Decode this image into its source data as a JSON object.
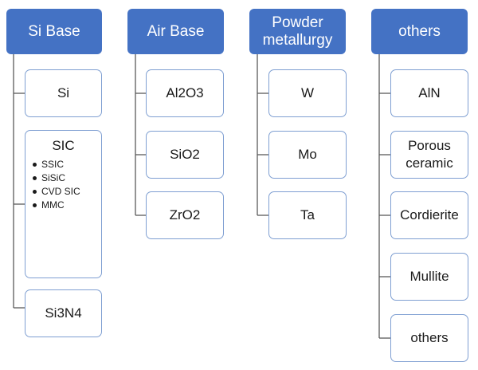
{
  "columns": [
    {
      "header": "Si Base",
      "items": [
        {
          "label": "Si"
        },
        {
          "label": "SIC",
          "subitems": [
            "SSIC",
            "SiSiC",
            "CVD SIC",
            "MMC"
          ]
        },
        {
          "label": "Si3N4"
        }
      ]
    },
    {
      "header": "Air Base",
      "items": [
        {
          "label": "Al2O3"
        },
        {
          "label": "SiO2"
        },
        {
          "label": "ZrO2"
        }
      ]
    },
    {
      "header": "Powder metallurgy",
      "items": [
        {
          "label": "W"
        },
        {
          "label": "Mo"
        },
        {
          "label": "Ta"
        }
      ]
    },
    {
      "header": "others",
      "items": [
        {
          "label": "AlN"
        },
        {
          "label": "Porous ceramic"
        },
        {
          "label": "Cordierite"
        },
        {
          "label": "Mullite"
        },
        {
          "label": "others"
        }
      ]
    }
  ],
  "colors": {
    "header_fill": "#4472c4",
    "header_text": "#ffffff",
    "node_border": "#7f9fd2",
    "connector": "#5a5a5a"
  }
}
